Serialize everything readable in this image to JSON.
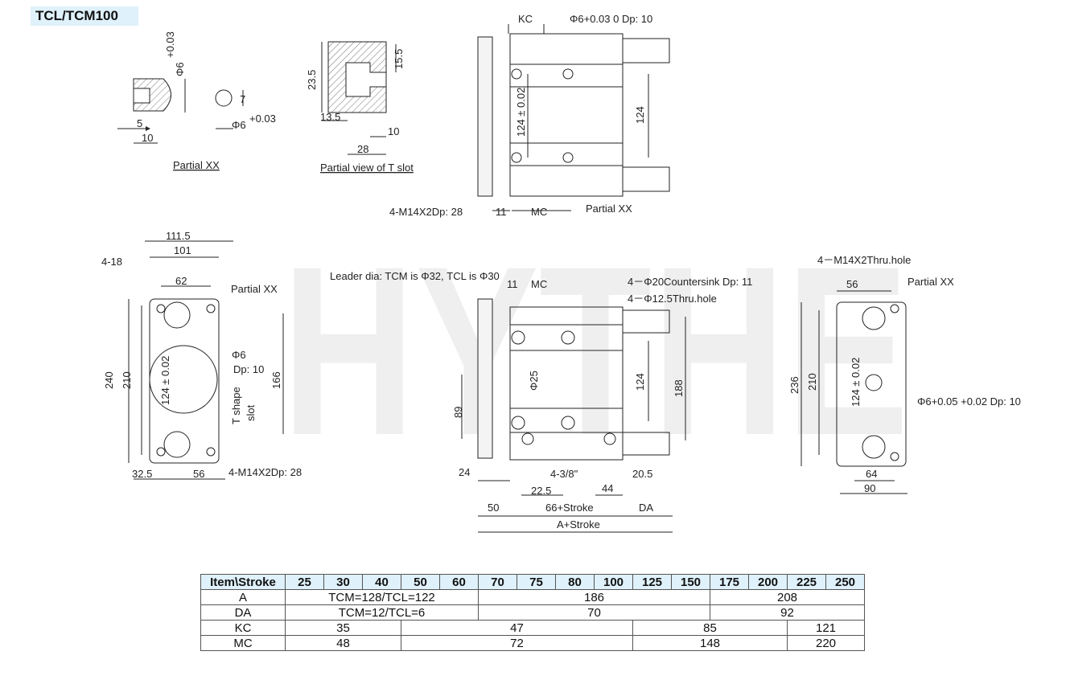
{
  "title": "TCL/TCM100",
  "watermark": "HYTHE",
  "labels": {
    "partial_xx": "Partial XX",
    "partial_t_slot": "Partial view of T slot",
    "phi6": "Φ6",
    "tol_up": "+0.03",
    "tol_low": "0",
    "dim_5": "5",
    "dim_10": "10",
    "dim_7": "7",
    "dim_23_5": "23.5",
    "dim_15_5": "15.5",
    "dim_13_5": "13.5",
    "dim_28": "28",
    "kc": "KC",
    "phi6_dp10": "Φ6+0.03 0 Dp: 10",
    "dim_124": "124",
    "dim_124_tol": "124 ± 0.02",
    "dim_11": "11",
    "mc": "MC",
    "m14_dp28": "4-M14X2Dp: 28",
    "dim_111_5": "111.5",
    "dim_101": "101",
    "four_18": "4-18",
    "dim_62": "62",
    "dim_240": "240",
    "dim_210": "210",
    "dim_166": "166",
    "dp_10": "Dp: 10",
    "t_shape": "T shape",
    "slot": "slot",
    "dim_32_5": "32.5",
    "dim_56": "56",
    "leader_dia": "Leader dia: TCM is Φ32, TCL is Φ30",
    "countersink": "4－Φ20Countersink Dp: 11",
    "thru_12_5": "4－Φ12.5Thru.hole",
    "phi25": "Φ25",
    "dim_188": "188",
    "dim_89": "89",
    "dim_24": "24",
    "four_3_8": "4-3/8\"",
    "dim_20_5": "20.5",
    "dim_22_5": "22.5",
    "dim_44": "44",
    "dim_50": "50",
    "stroke_66": "66+Stroke",
    "da": "DA",
    "a_stroke": "A+Stroke",
    "m14_thru": "4－M14X2Thru.hole",
    "dim_236": "236",
    "phi6_005": "Φ6+0.05 +0.02 Dp: 10",
    "dim_64": "64",
    "dim_90": "90"
  },
  "table": {
    "header": [
      "Item\\Stroke",
      "25",
      "30",
      "40",
      "50",
      "60",
      "70",
      "75",
      "80",
      "100",
      "125",
      "150",
      "175",
      "200",
      "225",
      "250"
    ],
    "rows": [
      {
        "item": "A",
        "cells": [
          {
            "v": "TCM=128/TCL=122",
            "span": 5
          },
          {
            "v": "186",
            "span": 6
          },
          {
            "v": "208",
            "span": 4
          }
        ]
      },
      {
        "item": "DA",
        "cells": [
          {
            "v": "TCM=12/TCL=6",
            "span": 5
          },
          {
            "v": "70",
            "span": 6
          },
          {
            "v": "92",
            "span": 4
          }
        ]
      },
      {
        "item": "KC",
        "cells": [
          {
            "v": "35",
            "span": 3
          },
          {
            "v": "47",
            "span": 6
          },
          {
            "v": "85",
            "span": 4
          },
          {
            "v": "121",
            "span": 2
          }
        ]
      },
      {
        "item": "MC",
        "cells": [
          {
            "v": "48",
            "span": 3
          },
          {
            "v": "72",
            "span": 6
          },
          {
            "v": "148",
            "span": 4
          },
          {
            "v": "220",
            "span": 2
          }
        ]
      }
    ]
  }
}
